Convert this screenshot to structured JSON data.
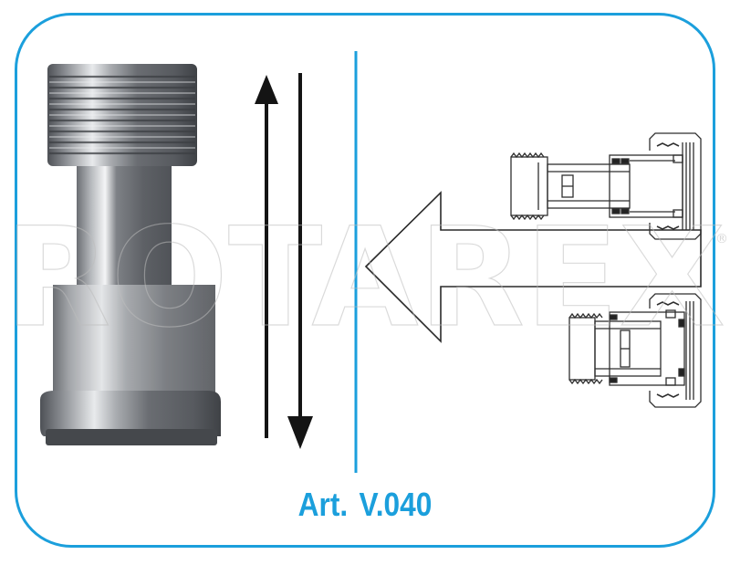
{
  "product": {
    "article_prefix": "Art.",
    "article_code": "V.040",
    "caption": "Art. V.040"
  },
  "watermark": {
    "text": "ROTAREX",
    "registered_mark": "®"
  },
  "illustration": {
    "left_panel": {
      "item": "threaded-metal-fitting-photo",
      "motion_indicator": "bidirectional-vertical-arrows"
    },
    "right_panel": {
      "item": "cross-section-diagrams",
      "count": 2,
      "direction_indicator": "left-pointing-hollow-arrow"
    }
  },
  "colors": {
    "frame": "#1b9fdc",
    "caption": "#1b9fdc",
    "divider": "#1b9fdc",
    "arrows": "#1a1a1a",
    "diagram_lines": "#333333",
    "watermark": "#c8c8c8",
    "metal_dark": "#5a5d62",
    "metal_light": "#d8dadc"
  }
}
